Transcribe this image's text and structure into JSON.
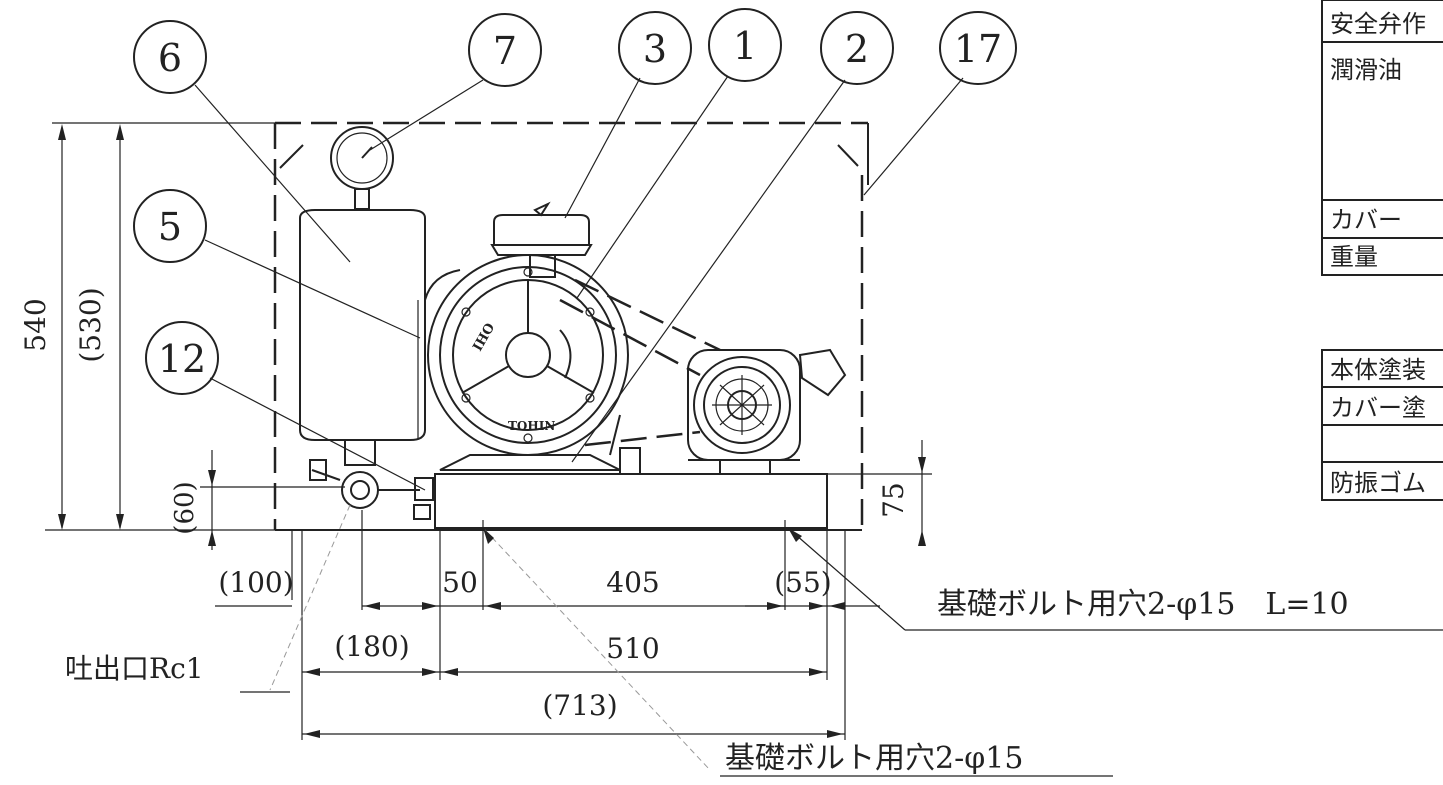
{
  "balloons": {
    "b6": "6",
    "b7": "7",
    "b3": "3",
    "b1": "1",
    "b2": "2",
    "b17": "17",
    "b5": "5",
    "b12": "12"
  },
  "dimensions": {
    "height_540": "540",
    "height_530": "(530)",
    "height_60": "(60)",
    "height_75": "75",
    "w_100": "(100)",
    "w_50": "50",
    "w_405": "405",
    "w_55": "(55)",
    "w_180": "(180)",
    "w_510": "510",
    "w_713": "(713)"
  },
  "labels": {
    "outlet": "吐出口Rc1",
    "foundation_bolt_long": "基礎ボルト用穴2-φ15　L=10",
    "foundation_bolt": "基礎ボルト用穴2-φ15"
  },
  "pump_marks": {
    "brand_top": "IHO",
    "brand_bottom": "TOHIN"
  },
  "spec_table_1": {
    "rows": [
      "安全弁作",
      "潤滑油",
      "カバー",
      "重量"
    ]
  },
  "spec_table_2": {
    "rows": [
      "本体塗装",
      "カバー塗",
      "",
      "防振ゴム"
    ]
  }
}
